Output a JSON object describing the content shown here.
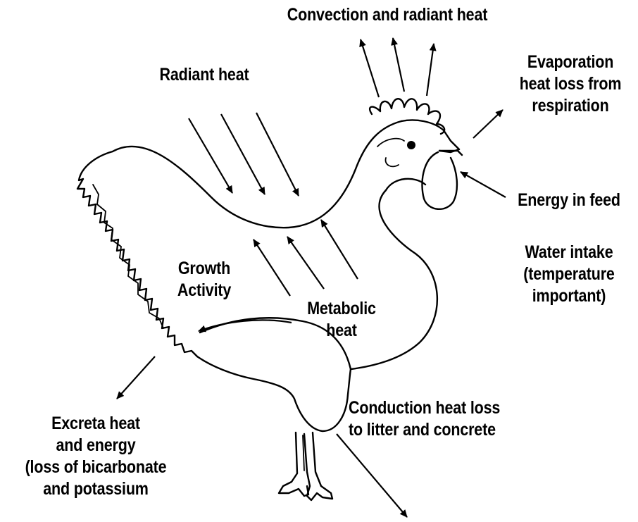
{
  "labels": {
    "convection": [
      "Convection and radiant heat"
    ],
    "radiant": [
      "Radiant heat"
    ],
    "evaporation": [
      "Evaporation",
      "heat loss from",
      "respiration"
    ],
    "feed": [
      "Energy in feed"
    ],
    "water": [
      "Water intake",
      "(temperature",
      "important)"
    ],
    "growth": [
      "Growth",
      "Activity"
    ],
    "metabolic": [
      "Metabolic",
      "heat"
    ],
    "conduction": [
      "Conduction heat loss",
      "to litter and concrete"
    ],
    "excreta": [
      "Excreta heat",
      "and energy",
      "(loss of bicarbonate",
      "and potassium"
    ]
  },
  "colors": {
    "ink": "#000000",
    "background": "#ffffff"
  },
  "illustration": "rooster"
}
